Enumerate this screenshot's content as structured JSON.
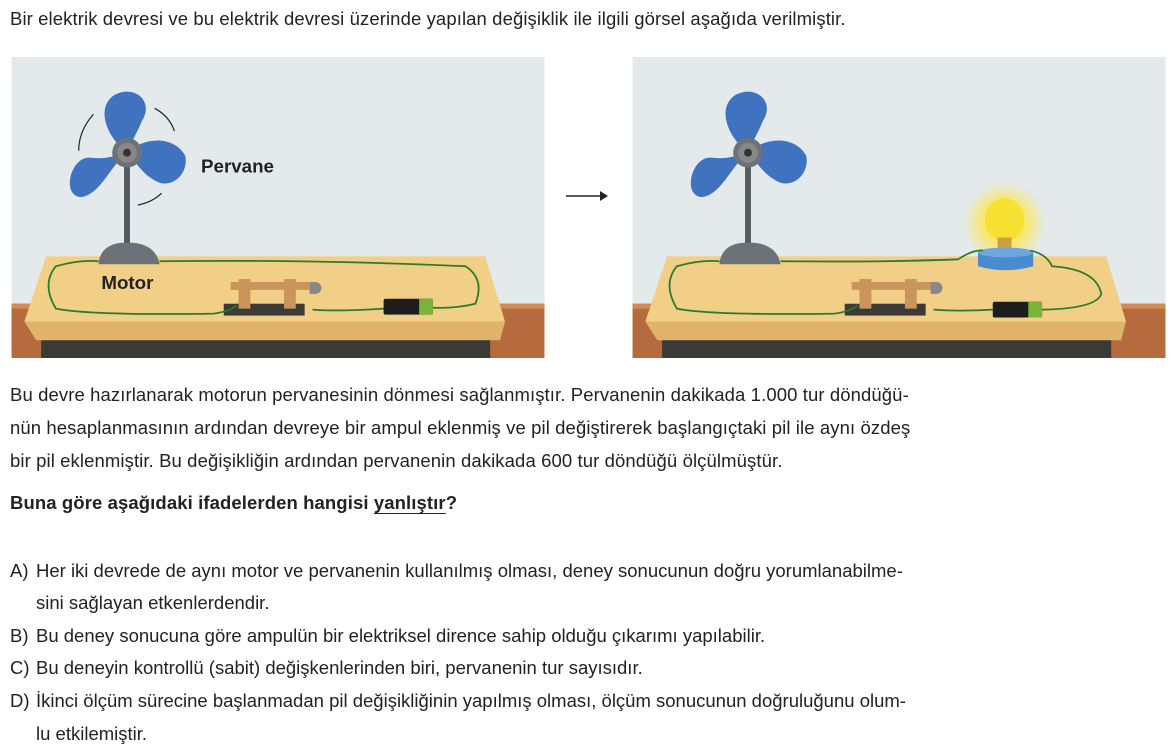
{
  "intro": "Bir elektrik devresi ve bu elektrik devresi üzerinde yapılan değişiklik ile ilgili görsel aşağıda verilmiştir.",
  "figure": {
    "label_pervane": "Pervane",
    "label_motor": "Motor",
    "colors": {
      "blade": "#3f73c0",
      "wire": "#2d7a2d",
      "table": "#f1cf86",
      "wall": "#e4e9ec"
    }
  },
  "paragraph": [
    "Bu devre hazırlanarak motorun pervanesinin dönmesi sağlanmıştır. Pervanenin dakikada 1.000 tur döndüğü-",
    "nün hesaplanmasının ardından devreye bir ampul eklenmiş ve pil değiştirerek başlangıçtaki pil ile aynı özdeş",
    "bir pil eklenmiştir. Bu değişikliğin ardından pervanenin dakikada 600 tur döndüğü ölçülmüştür."
  ],
  "question": {
    "prefix": "Buna göre aşağıdaki ifadelerden hangisi ",
    "emphasis": "yanlıştır",
    "suffix": "?"
  },
  "options": [
    {
      "letter": "A)",
      "lines": [
        "Her iki devrede de aynı motor ve pervanenin kullanılmış olması, deney sonucunun doğru yorumlanabilme-",
        "sini sağlayan etkenlerdendir."
      ]
    },
    {
      "letter": "B)",
      "lines": [
        "Bu deney sonucuna göre ampulün bir elektriksel dirence sahip olduğu çıkarımı yapılabilir."
      ]
    },
    {
      "letter": "C)",
      "lines": [
        "Bu deneyin kontrollü (sabit) değişkenlerinden biri, pervanenin tur sayısıdır."
      ]
    },
    {
      "letter": "D)",
      "lines": [
        "İkinci ölçüm sürecine başlanmadan pil değişikliğinin yapılmış olması, ölçüm sonucunun doğruluğunu olum-",
        "lu etkilemiştir."
      ]
    }
  ]
}
